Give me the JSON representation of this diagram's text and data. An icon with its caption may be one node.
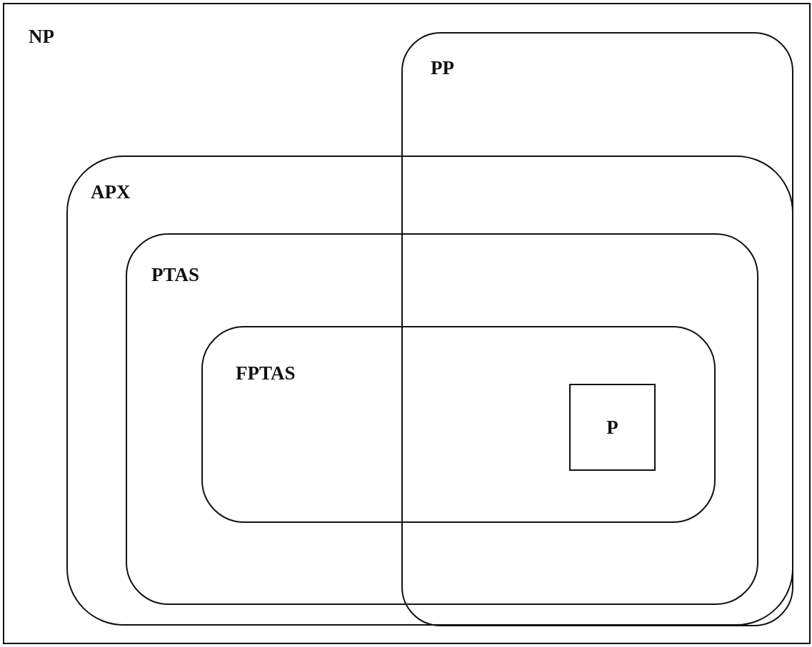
{
  "diagram": {
    "nodes": [
      {
        "text": [
          "NP"
        ]
      },
      {
        "text": [
          "PP"
        ],
        "in": 0
      },
      {
        "text": [
          "APX"
        ],
        "in": 0
      },
      {
        "text": [
          "PTAS"
        ],
        "in": 2
      },
      {
        "text": [
          "FPTAS"
        ],
        "in": 3
      },
      {
        "text": [
          "P"
        ]
      }
    ]
  }
}
